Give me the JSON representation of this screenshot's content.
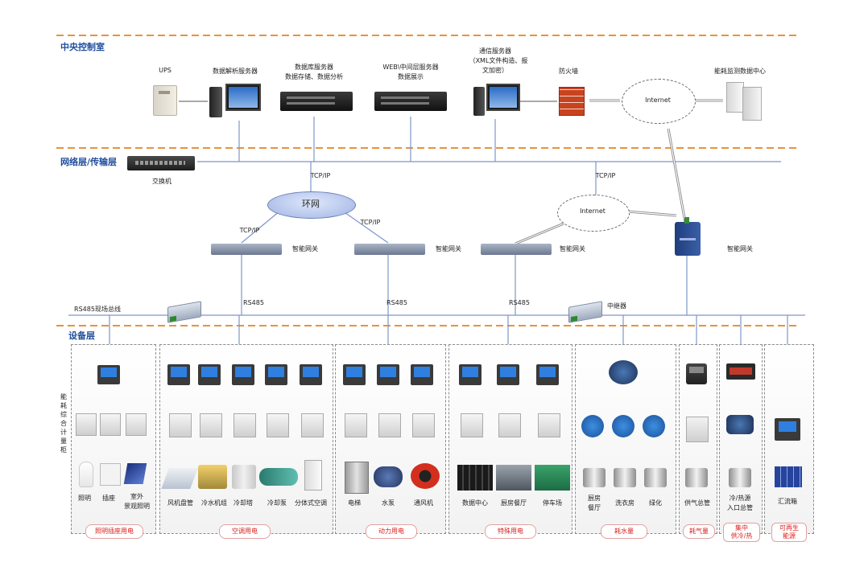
{
  "layers": {
    "central": "中央控制室",
    "network": "网络层/传输层",
    "device": "设备层"
  },
  "top_devices": {
    "ups": "UPS",
    "parse_server": "数据解析服务器",
    "db_server_1": "数据库服务器",
    "db_server_2": "数据存储、数据分析",
    "web_server_1": "WEB\\中间层服务器",
    "web_server_2": "数据展示",
    "comm_server_1": "通信服务器",
    "comm_server_2": "（XML文件构造、报",
    "comm_server_3": "文加密）",
    "firewall": "防火墙",
    "internet_top": "Internet",
    "data_center": "能耗监测数据中心"
  },
  "network": {
    "switch": "交换机",
    "tcpip_top_left": "TCP/IP",
    "tcpip_top_right": "TCP/IP",
    "tcpip_left": "TCP/IP",
    "tcpip_right": "TCP/IP",
    "ring": "环网",
    "internet_mid": "Internet",
    "gateway_1": "智能网关",
    "gateway_2": "智能网关",
    "gateway_3": "智能网关",
    "gateway_4": "智能网关",
    "rs485_bus": "RS485现场总线",
    "rs485_1": "RS485",
    "rs485_2": "RS485",
    "rs485_3": "RS485",
    "repeater": "中继器"
  },
  "vertical_label": [
    "能",
    "耗",
    "综",
    "合",
    "计",
    "量",
    "柜"
  ],
  "groups": {
    "lighting": {
      "items": [
        "照明",
        "插座"
      ],
      "outdoor_1": "室外",
      "outdoor_2": "景观照明",
      "category": "照明插座用电"
    },
    "ac": {
      "items": [
        "风机盘管",
        "冷水机组",
        "冷却塔",
        "冷却泵",
        "分体式空调"
      ],
      "category": "空调用电"
    },
    "power": {
      "items": [
        "电梯",
        "水泵",
        "通风机"
      ],
      "category": "动力用电"
    },
    "special": {
      "items": [
        "数据中心",
        "厨房餐厅",
        "停车场"
      ],
      "category": "特殊用电"
    },
    "water": {
      "kitchen_1": "厨房",
      "kitchen_2": "餐厅",
      "items": [
        "洗衣房",
        "绿化"
      ],
      "category": "耗水量"
    },
    "gas": {
      "item": "供气总管",
      "category": "耗气量"
    },
    "heat": {
      "item_1": "冷/热源",
      "item_2": "入口总管",
      "category_1": "集中",
      "category_2": "供冷/热"
    },
    "renew": {
      "item": "汇流箱",
      "category_1": "可再生",
      "category_2": "能源"
    }
  },
  "colors": {
    "dash_orange": "#e8933a",
    "layer_blue": "#1f4e9c",
    "line_blue": "#5470c6",
    "category_red": "#d81e1e"
  }
}
